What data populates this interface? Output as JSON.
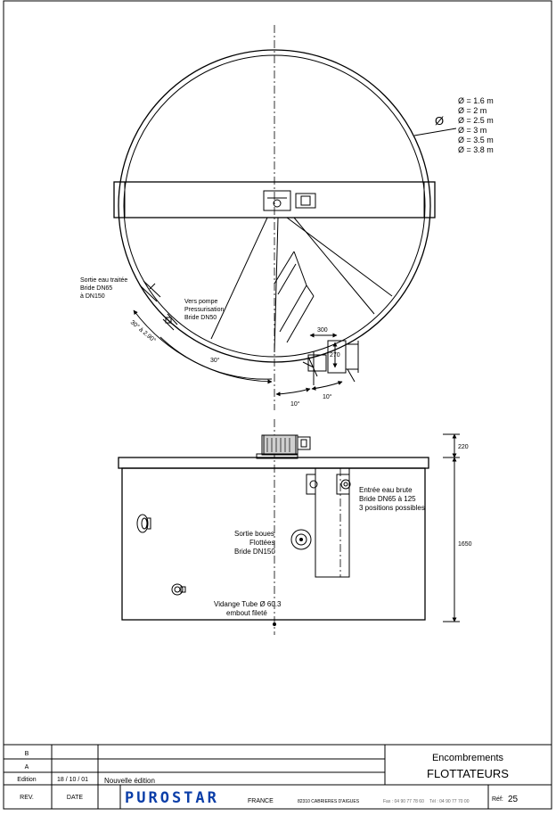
{
  "diameter_list": [
    "Ø = 1.6 m",
    "Ø = 2 m",
    "Ø = 2.5 m",
    "Ø = 3 m",
    "Ø = 3.5 m",
    "Ø = 3.8 m"
  ],
  "diameter_symbol": "Ø",
  "top_view": {
    "outlet_label": [
      "Sortie eau traitée",
      "Bride DN65",
      "à DN150"
    ],
    "pump_label": [
      "Vers pompe",
      "Pressurisation",
      "Bride DN50"
    ],
    "angle_range": "30° à 2.90°",
    "angle_30": "30°",
    "angle_10_a": "10°",
    "angle_10_b": "10°",
    "dim_300": "300",
    "dim_270": "270"
  },
  "side_view": {
    "dim_220": "220",
    "dim_1650": "1650",
    "inlet_label": [
      "Entrée eau brute",
      "Bride DN65 à 125",
      "3 positions possibles"
    ],
    "sludge_label": [
      "Sortie boues",
      "Flottées",
      "Bride DN150"
    ],
    "drain_label": [
      "Vidange Tube Ø 60.3",
      "embout fileté"
    ]
  },
  "title_block": {
    "revisions": [
      {
        "rev": "B",
        "date": "",
        "text": ""
      },
      {
        "rev": "A",
        "date": "",
        "text": ""
      },
      {
        "rev": "Edition",
        "date": "18 / 10 / 01",
        "text": "Nouvelle édition"
      }
    ],
    "header_rev": "REV.",
    "header_date": "DATE",
    "title_line1": "Encombrements",
    "title_line2": "FLOTTATEURS",
    "brand": "PUROSTAR",
    "country": "FRANCE",
    "address": "82310 CABRIERES D'AIGUES",
    "fax": "Fax : 04 90 77 78 60",
    "tel": "Tél : 04 90 77 70 00",
    "ref_label": "Réf:",
    "ref_number": "25"
  }
}
